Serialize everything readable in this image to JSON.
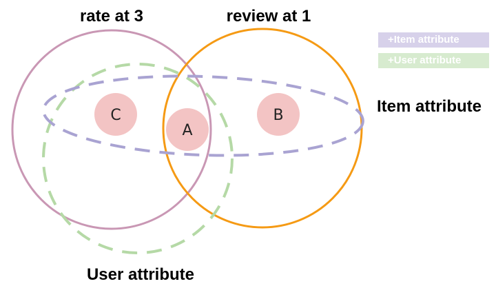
{
  "labels": {
    "rate": "rate at 3",
    "review": "review at 1",
    "item_attribute": "Item attribute",
    "user_attribute": "User attribute"
  },
  "nodes": {
    "c": "C",
    "a": "A",
    "b": "B"
  },
  "legend": {
    "item": "+Item attribute",
    "user": "+User attribute"
  },
  "colors": {
    "rate_circle": "#c997b4",
    "review_circle": "#f59a14",
    "user_attribute": "#b5d9a6",
    "item_attribute": "#a9a3d2",
    "node_fill": "#f3c4c4",
    "legend_item_bg": "#d7d1ea",
    "legend_user_bg": "#d7ebcf"
  }
}
